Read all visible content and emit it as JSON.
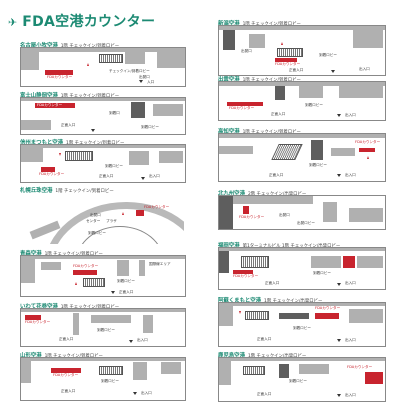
{
  "header": {
    "title": "FDA空港カウンター",
    "icon": "airplane-icon"
  },
  "colors": {
    "title": "#1c8a73",
    "counter": "#c8242e",
    "wall": "#b0b0b0",
    "dark": "#5e5e5e"
  },
  "left": {
    "nagoya": {
      "name": "名古屋小牧空港",
      "sub": "1階 チェックイン/到着ロビー",
      "fda": "FDAカウンター",
      "lobby": "チェックイン/到着ロビー",
      "gate": "出発口",
      "door": "入口"
    },
    "fujisan": {
      "name": "富士山静岡空港",
      "sub": "1階 チェックイン/到着ロビー",
      "fda": "FDAカウンター",
      "lobby": "到着ロビー",
      "arrive": "到着口",
      "entrance": "正面入口"
    },
    "shinshu": {
      "name": "信州まつもと空港",
      "sub": "1階 チェックイン/到着ロビー",
      "fda": "FDAカウンター",
      "lobby": "到着ロビー",
      "entrance": "正面入口",
      "exit": "出入口"
    },
    "sapporo": {
      "name": "札幌丘珠空港",
      "sub": "1階 チェックイン/到着ロビー",
      "fda": "FDAカウンター",
      "gate": "出発口",
      "lobby": "到着ロビー",
      "center": "センター",
      "plaza": "プラザ"
    },
    "aomori": {
      "name": "青森空港",
      "sub": "1階 チェックイン/到着ロビー",
      "fda": "FDAカウンター",
      "lobby": "到着ロビー",
      "area": "国際線エリア",
      "entrance": "正面入口"
    },
    "iwate": {
      "name": "いわて花巻空港",
      "sub": "1階 チェックイン/到着ロビー",
      "fda": "FDAカウンター",
      "lobby": "到着ロビー",
      "entrance": "正面入口",
      "exit": "出入口"
    },
    "yamagata": {
      "name": "山形空港",
      "sub": "1階 チェックイン/到着ロビー",
      "fda": "FDAカウンター",
      "lobby": "到着ロビー",
      "entrance": "正面入口",
      "exit": "出入口"
    }
  },
  "right": {
    "niigata": {
      "name": "新潟空港",
      "sub": "1階 チェックイン/到着ロビー",
      "fda": "FDAカウンター",
      "lobby": "到着ロビー",
      "gate": "出発口",
      "entrance": "正面入口",
      "exit": "出入口"
    },
    "izumo": {
      "name": "出雲空港",
      "sub": "1階 チェックイン/到着ロビー",
      "fda": "FDAカウンター",
      "lobby": "到着ロビー",
      "entrance": "正面入口",
      "exit": "出入口"
    },
    "kochi": {
      "name": "高知空港",
      "sub": "1階 チェックイン/到着ロビー",
      "fda": "FDAカウンター",
      "lobby": "到着ロビー",
      "counter": "FDAカウンター",
      "entrance": "正面入口",
      "exit": "出入口"
    },
    "kitakyushu": {
      "name": "北九州空港",
      "sub": "2階 チェックイン/出発ロビー",
      "fda": "FDAカウンター",
      "lobby": "出発ロビー",
      "gate": "出発口"
    },
    "fukuoka": {
      "name": "福岡空港",
      "sub": "第1ターミナルビル 1階 チェックイン/出発ロビー",
      "fda": "FDAカウンター",
      "lobby": "到着ロビー",
      "entrance": "正面入口",
      "exit": "出入口"
    },
    "kumamoto": {
      "name": "阿蘇くまもと空港",
      "sub": "1階 チェックイン/出発ロビー",
      "fda": "FDAカウンター",
      "lobby": "到着ロビー",
      "entrance": "正面入口",
      "exit": "出入口"
    },
    "kagoshima": {
      "name": "鹿児島空港",
      "sub": "1階 チェックイン/出発ロビー",
      "fda": "FDAカウンター",
      "lobby": "到着ロビー",
      "entrance": "正面入口",
      "exit": "出入口"
    }
  }
}
